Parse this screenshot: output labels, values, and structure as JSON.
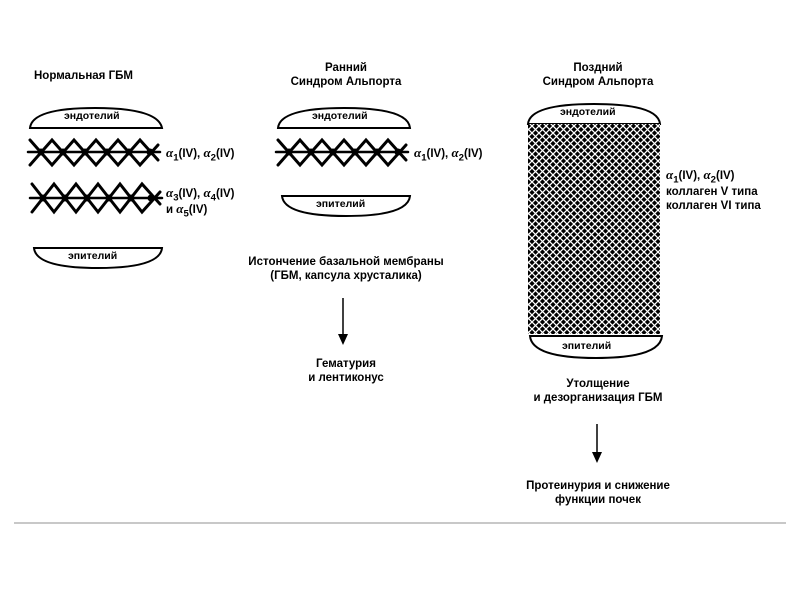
{
  "col1": {
    "title": "Нормальная ГБМ",
    "endothelium": "эндотелий",
    "epithelium": "эпителий",
    "alpha_top": {
      "a": "α",
      "s1": "1",
      "t1": "(IV), ",
      "b": "α",
      "s2": "2",
      "t2": "(IV)"
    },
    "alpha_bot_line1": {
      "a": "α",
      "s1": "3",
      "t1": "(IV), ",
      "b": "α",
      "s2": "4",
      "t2": "(IV)"
    },
    "alpha_bot_line2": {
      "pre": "и ",
      "a": "α",
      "s1": "5",
      "t1": "(IV)"
    }
  },
  "col2": {
    "title_line1": "Ранний",
    "title_line2": "Синдром Альпорта",
    "endothelium": "эндотелий",
    "epithelium": "эпителий",
    "alpha": {
      "a": "α",
      "s1": "1",
      "t1": "(IV), ",
      "b": "α",
      "s2": "2",
      "t2": "(IV)"
    },
    "caption_line1": "Истончение базальной мембраны",
    "caption_line2": "(ГБМ, капсула хрусталика)",
    "result_line1": "Гематурия",
    "result_line2": "и лентиконус"
  },
  "col3": {
    "title_line1": "Поздний",
    "title_line2": "Синдром Альпорта",
    "endothelium": "эндотелий",
    "epithelium": "эпителий",
    "alpha": {
      "a": "α",
      "s1": "1",
      "t1": "(IV), ",
      "b": "α",
      "s2": "2",
      "t2": "(IV)"
    },
    "collagen_v": "коллаген V типа",
    "collagen_vi": "коллаген VI типа",
    "caption_line1": "Утолщение",
    "caption_line2": "и дезорганизация ГБМ",
    "result_line1": "Протеинурия и снижение",
    "result_line2": "функции почек"
  }
}
